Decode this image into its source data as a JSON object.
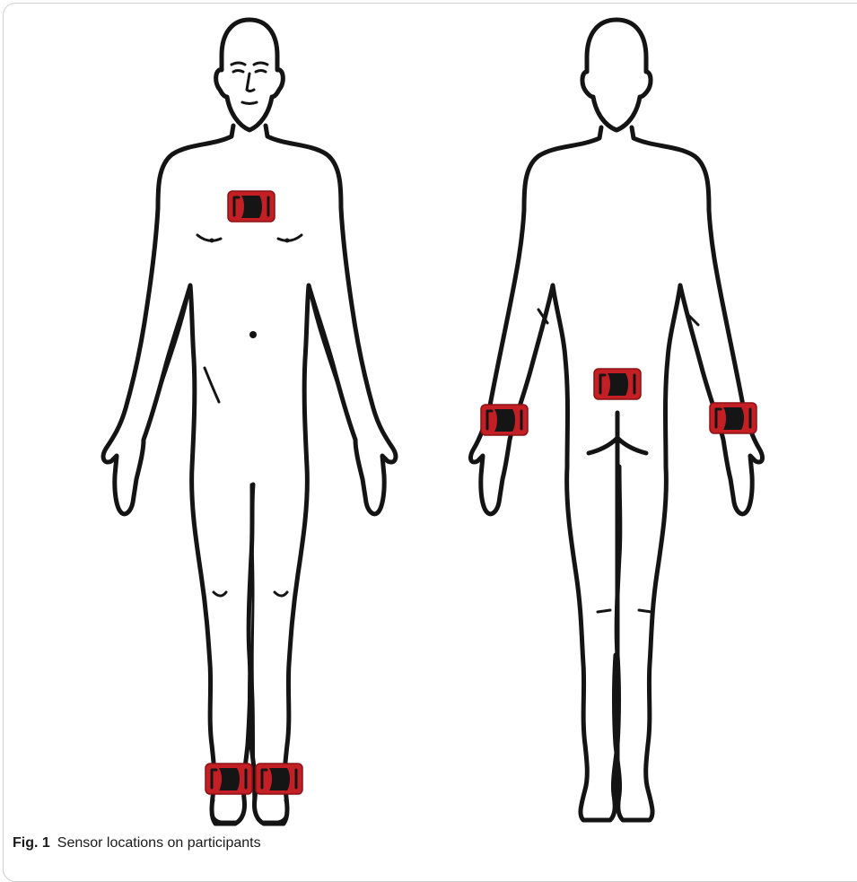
{
  "caption": {
    "label": "Fig. 1",
    "text": "Sensor locations on participants"
  },
  "views": [
    "front",
    "back"
  ],
  "sensors": [
    {
      "view": "front",
      "location": "chest"
    },
    {
      "view": "front",
      "location": "left ankle"
    },
    {
      "view": "front",
      "location": "right ankle"
    },
    {
      "view": "back",
      "location": "lower back"
    },
    {
      "view": "back",
      "location": "left wrist"
    },
    {
      "view": "back",
      "location": "right wrist"
    }
  ],
  "colors": {
    "sensor": "#c41f24",
    "sensor_core": "#151515",
    "outline": "#141414",
    "background": "#ffffff"
  }
}
